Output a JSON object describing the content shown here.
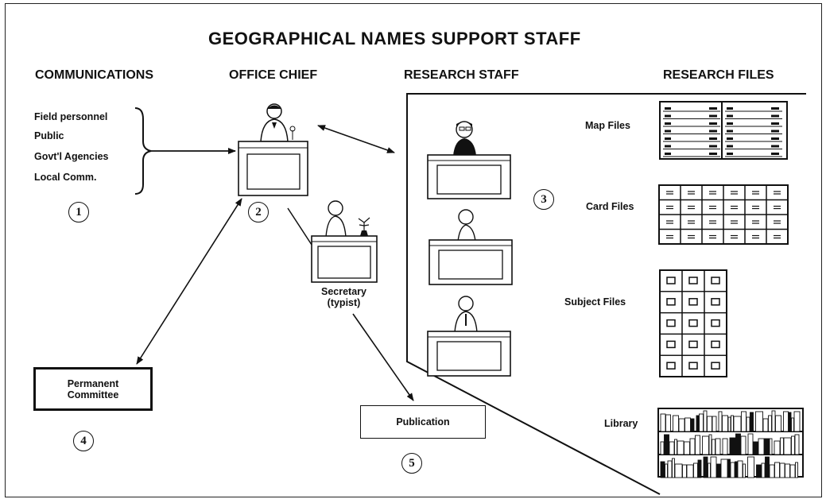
{
  "title": "GEOGRAPHICAL NAMES SUPPORT STAFF",
  "columns": {
    "communications": "COMMUNICATIONS",
    "office_chief": "OFFICE CHIEF",
    "research_staff": "RESEARCH STAFF",
    "research_files": "RESEARCH FILES"
  },
  "communications_items": [
    "Field personnel",
    "Public",
    "Govt'l Agencies",
    "Local Comm."
  ],
  "markers": [
    "1",
    "2",
    "3",
    "4",
    "5"
  ],
  "secretary": {
    "line1": "Secretary",
    "line2": "(typist)"
  },
  "committee": {
    "line1": "Permanent",
    "line2": "Committee"
  },
  "publication": "Publication",
  "files": {
    "map": "Map Files",
    "card": "Card Files",
    "subject": "Subject Files",
    "library": "Library"
  }
}
